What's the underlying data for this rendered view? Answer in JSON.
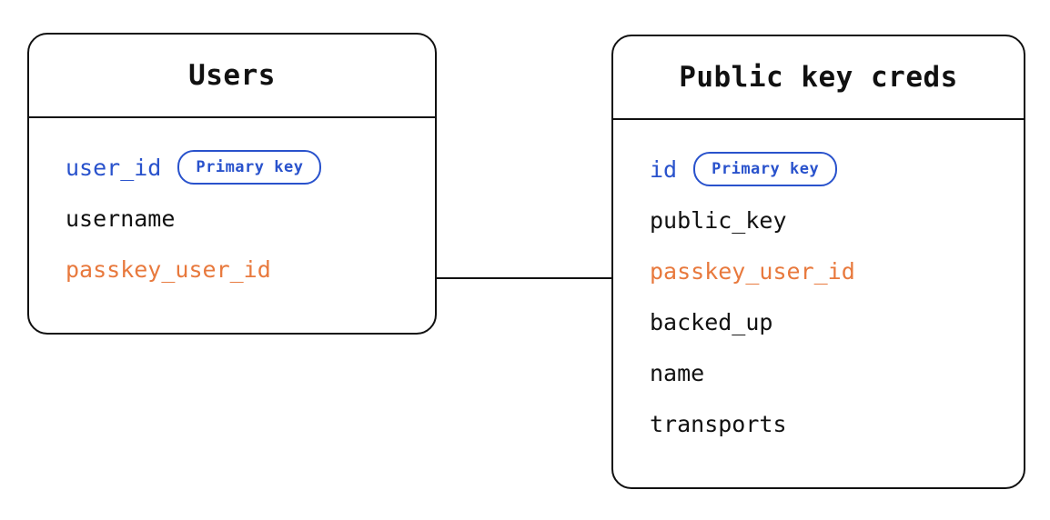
{
  "diagram": {
    "colors": {
      "primary_key_blue": "#2952cc",
      "foreign_key_orange": "#e8793d",
      "text_black": "#111111",
      "line_black": "#111111"
    },
    "tables": [
      {
        "title": "Users",
        "fields": [
          {
            "name": "user_id",
            "role": "primary",
            "badge": "Primary key"
          },
          {
            "name": "username",
            "role": "normal"
          },
          {
            "name": "passkey_user_id",
            "role": "foreign"
          }
        ]
      },
      {
        "title": "Public key creds",
        "fields": [
          {
            "name": "id",
            "role": "primary",
            "badge": "Primary key"
          },
          {
            "name": "public_key",
            "role": "normal"
          },
          {
            "name": "passkey_user_id",
            "role": "foreign"
          },
          {
            "name": "backed_up",
            "role": "normal"
          },
          {
            "name": "name",
            "role": "normal"
          },
          {
            "name": "transports",
            "role": "normal"
          }
        ]
      }
    ],
    "relationship": {
      "from_table": "Users",
      "from_field": "passkey_user_id",
      "to_table": "Public key creds",
      "to_field": "passkey_user_id"
    }
  }
}
